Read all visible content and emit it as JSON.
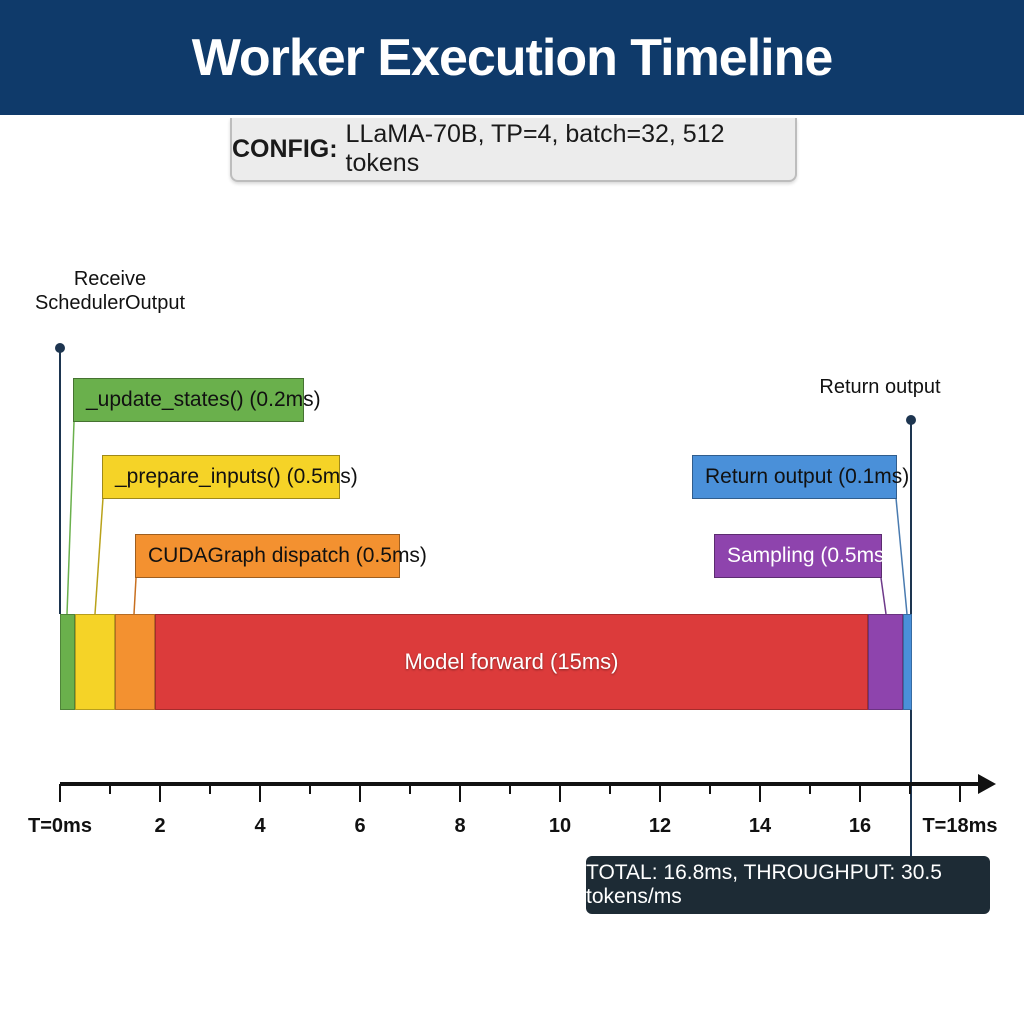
{
  "title": "Worker Execution Timeline",
  "config": {
    "label": "CONFIG:",
    "value": "LLaMA-70B, TP=4, batch=32, 512 tokens"
  },
  "markers": {
    "start_line1": "Receive",
    "start_line2": "SchedulerOutput",
    "end": "Return output"
  },
  "callouts": [
    {
      "text": "_update_states() (0.2ms)",
      "color": "#6ab04c"
    },
    {
      "text": "_prepare_inputs() (0.5ms)",
      "color": "#f5d327"
    },
    {
      "text": "CUDAGraph dispatch (0.5ms)",
      "color": "#f39130"
    },
    {
      "text": "Return output (0.1ms)",
      "color": "#4a90d9"
    },
    {
      "text": "Sampling (0.5ms)",
      "color": "#8e44ad"
    }
  ],
  "chart_data": {
    "type": "timeline",
    "xlim": [
      0,
      18
    ],
    "unit": "ms",
    "segments": [
      {
        "name": "_update_states()",
        "start": 0,
        "end": 0.3,
        "color": "#6ab04c"
      },
      {
        "name": "_prepare_inputs()",
        "start": 0.3,
        "end": 1.1,
        "color": "#f5d327"
      },
      {
        "name": "CUDAGraph dispatch",
        "start": 1.1,
        "end": 1.9,
        "color": "#f39130"
      },
      {
        "name": "Model forward (15ms)",
        "start": 1.9,
        "end": 16.16,
        "color": "#dc3b3b"
      },
      {
        "name": "Sampling",
        "start": 16.16,
        "end": 16.86,
        "color": "#8e44ad"
      },
      {
        "name": "Return output",
        "start": 16.86,
        "end": 17.04,
        "color": "#4a90d9"
      }
    ],
    "ticks": [
      "T=0ms",
      "2",
      "4",
      "6",
      "8",
      "10",
      "12",
      "14",
      "16",
      "T=18ms"
    ],
    "tick_values": [
      0,
      2,
      4,
      6,
      8,
      10,
      12,
      14,
      16,
      18
    ]
  },
  "bar_label": "Model forward (15ms)",
  "total": "TOTAL: 16.8ms, THROUGHPUT: 30.5 tokens/ms"
}
